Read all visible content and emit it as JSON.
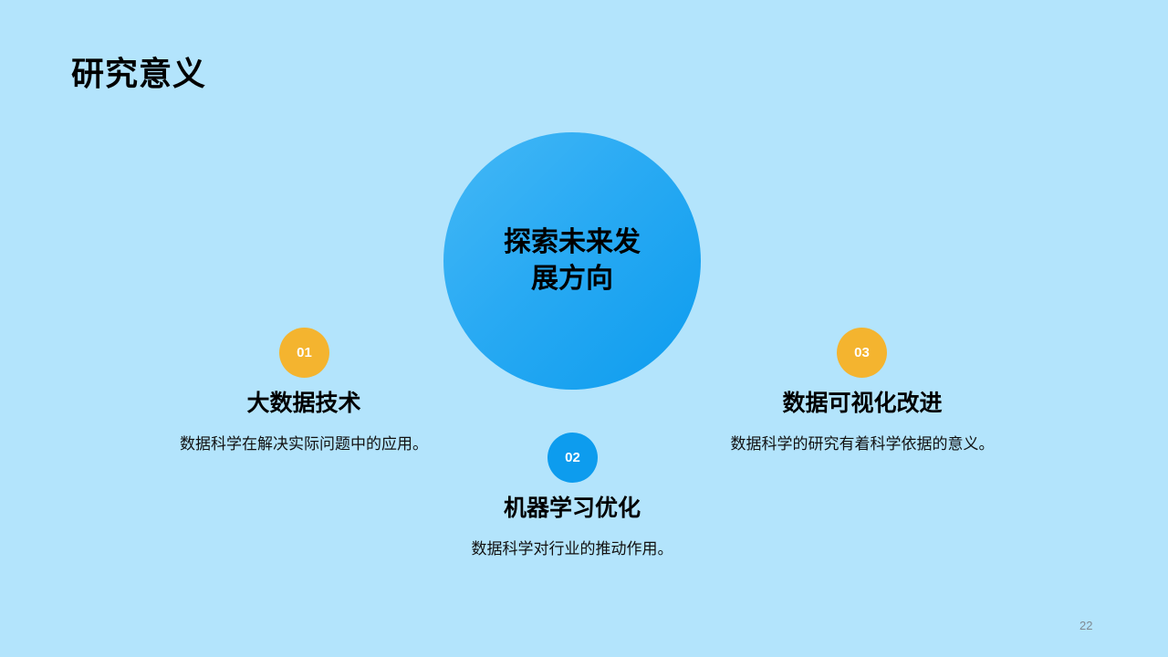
{
  "slide": {
    "title": "研究意义",
    "page_number": "22",
    "colors": {
      "background": "#b3e4fc",
      "hub_gradient_start": "#44b8f6",
      "hub_gradient_end": "#0d9cee",
      "badge_orange": "#f4b42f",
      "badge_blue": "#0d9cee"
    }
  },
  "hub": {
    "text": "探索未来发展方向"
  },
  "items": [
    {
      "number": "01",
      "title": "大数据技术",
      "description": "数据科学在解决实际问题中的应用。",
      "badge_color": "#f4b42f"
    },
    {
      "number": "02",
      "title": "机器学习优化",
      "description": "数据科学对行业的推动作用。",
      "badge_color": "#0d9cee"
    },
    {
      "number": "03",
      "title": "数据可视化改进",
      "description": "数据科学的研究有着科学依据的意义。",
      "badge_color": "#f4b42f"
    }
  ]
}
